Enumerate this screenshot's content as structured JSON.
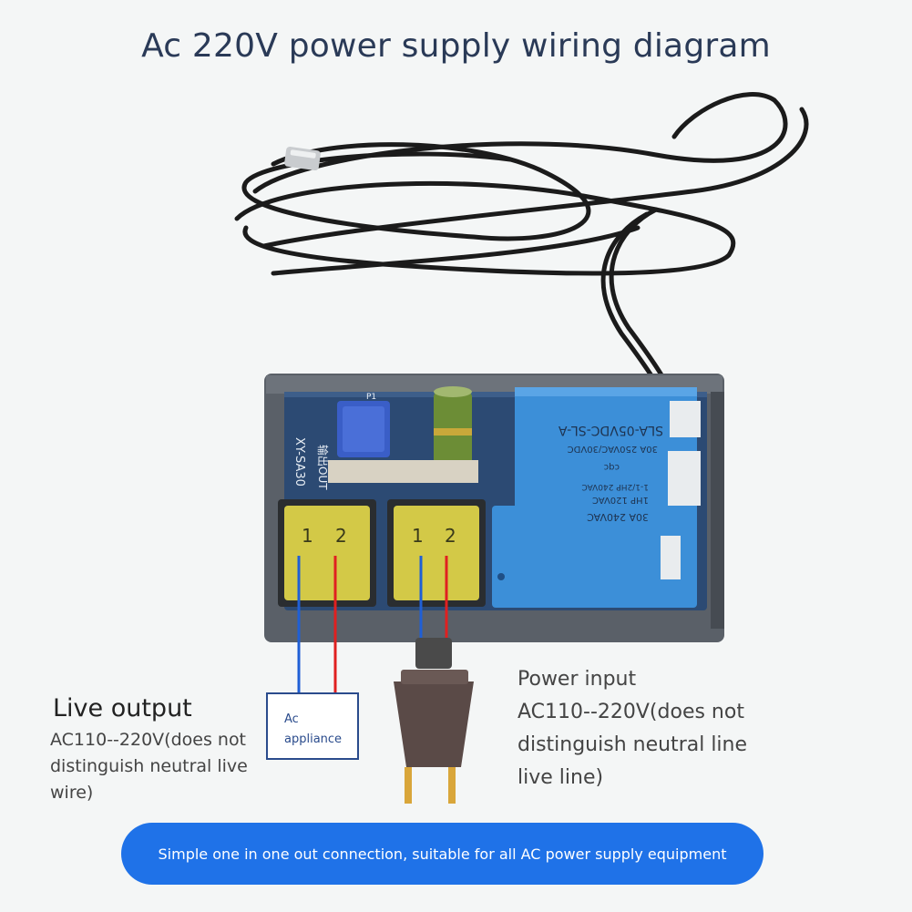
{
  "title": "Ac 220V power supply wiring diagram",
  "board": {
    "model": "XY-SA30",
    "output_mark": "输出OUT",
    "pcb_mark_p1": "P1",
    "terminal_numbers": [
      "1",
      "2",
      "1",
      "2"
    ],
    "relay": {
      "line1": "30A 240VAC",
      "line2": "1HP 120VAC",
      "line3": "1-1/2HP 240VAC",
      "line4": "cqc",
      "line5": "30A 250VAC/30VDC",
      "line6": "SLA-05VDC-SL-A"
    }
  },
  "appliance": {
    "label": "Ac\nappliance"
  },
  "live_output": {
    "heading": "Live output",
    "description": "AC110--220V(does not distinguish neutral live wire)"
  },
  "power_input": {
    "heading": "Power input",
    "description": "AC110--220V(does not distinguish neutral line live line)"
  },
  "banner": {
    "text": "Simple one in one out connection, suitable for all AC power supply equipment"
  },
  "colors": {
    "title": "#2a3a57",
    "banner": "#1f72e8",
    "wire_blue": "#1f5fd6",
    "wire_red": "#e02020",
    "relay_blue": "#3c8fd8",
    "pcb": "#2c4a73"
  }
}
